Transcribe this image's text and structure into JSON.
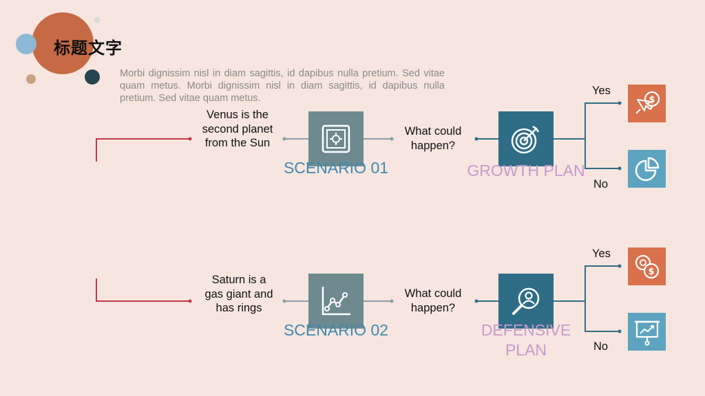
{
  "header": {
    "title": "标题文字",
    "description": "Morbi dignissim nisl in diam sagittis, id dapibus nulla pretium. Sed vitae quam metus. Morbi dignissim nisl in diam sagittis, id dapibus nulla pretium. Sed vitae quam metus."
  },
  "rows": [
    {
      "input_text": "Venus is the second planet from the Sun",
      "scenario_label": "SCENARIO 01",
      "question": "What could happen?",
      "plan_label": "GROWTH PLAN",
      "yes_label": "Yes",
      "no_label": "No",
      "icons": {
        "scenario": "safe-icon",
        "plan": "target-icon",
        "yes": "money-click-icon",
        "no": "pie-chart-icon"
      }
    },
    {
      "input_text": "Saturn is a gas giant and has rings",
      "scenario_label": "SCENARIO 02",
      "question": "What could happen?",
      "plan_label": "DEFENSIVE PLAN",
      "yes_label": "Yes",
      "no_label": "No",
      "icons": {
        "scenario": "line-chart-icon",
        "plan": "magnifier-user-icon",
        "yes": "coins-icon",
        "no": "presentation-chart-icon"
      }
    }
  ],
  "colors": {
    "background": "#f6e6df",
    "scenario_box": "#6e8a8f",
    "plan_box": "#2f6d87",
    "yes_box": "#d8714c",
    "no_box": "#5ea4c0",
    "scenario_text": "#3f88b0",
    "plan_text": "#c69ad0",
    "red_line": "#c0394b"
  }
}
